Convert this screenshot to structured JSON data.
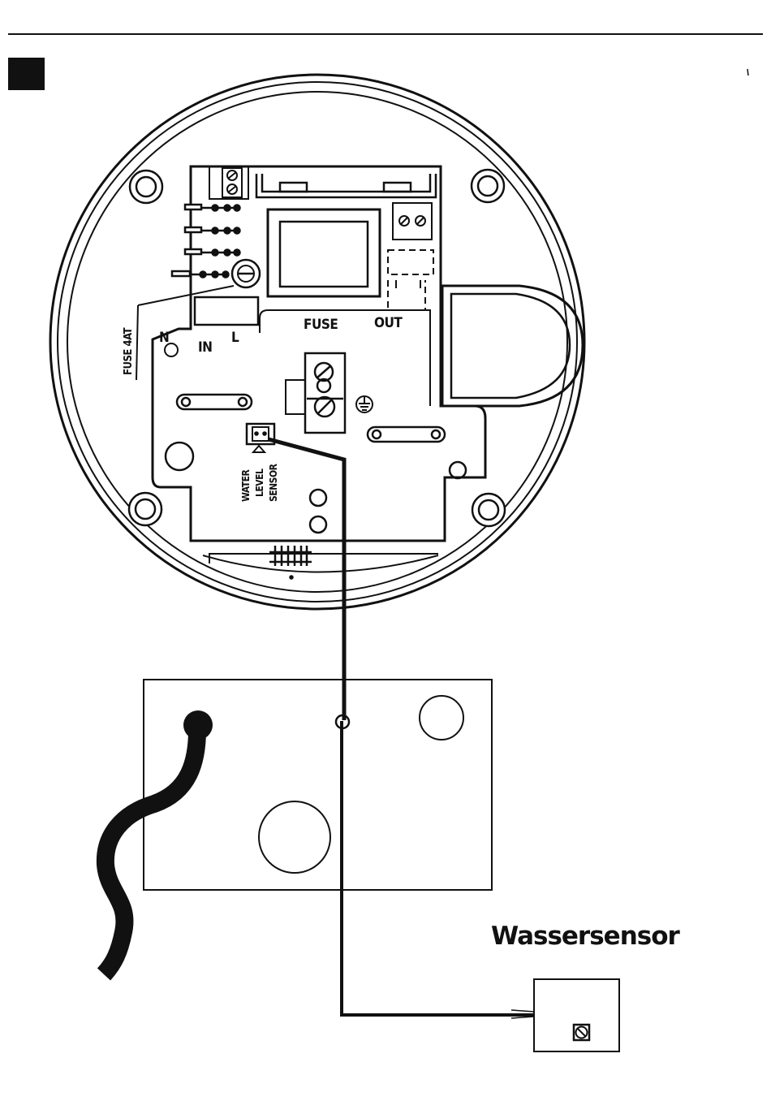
{
  "labels": {
    "fuse_rating": "FUSE 4AT",
    "neutral": "N",
    "input": "IN",
    "live": "L",
    "fuse": "FUSE",
    "output": "OUT",
    "water_level_sensor_1": "WATER",
    "water_level_sensor_2": "LEVEL",
    "water_level_sensor_3": "SENSOR",
    "caption": "Wassersensor"
  },
  "colors": {
    "line": "#111111",
    "background": "#ffffff",
    "marker": "#111111"
  }
}
